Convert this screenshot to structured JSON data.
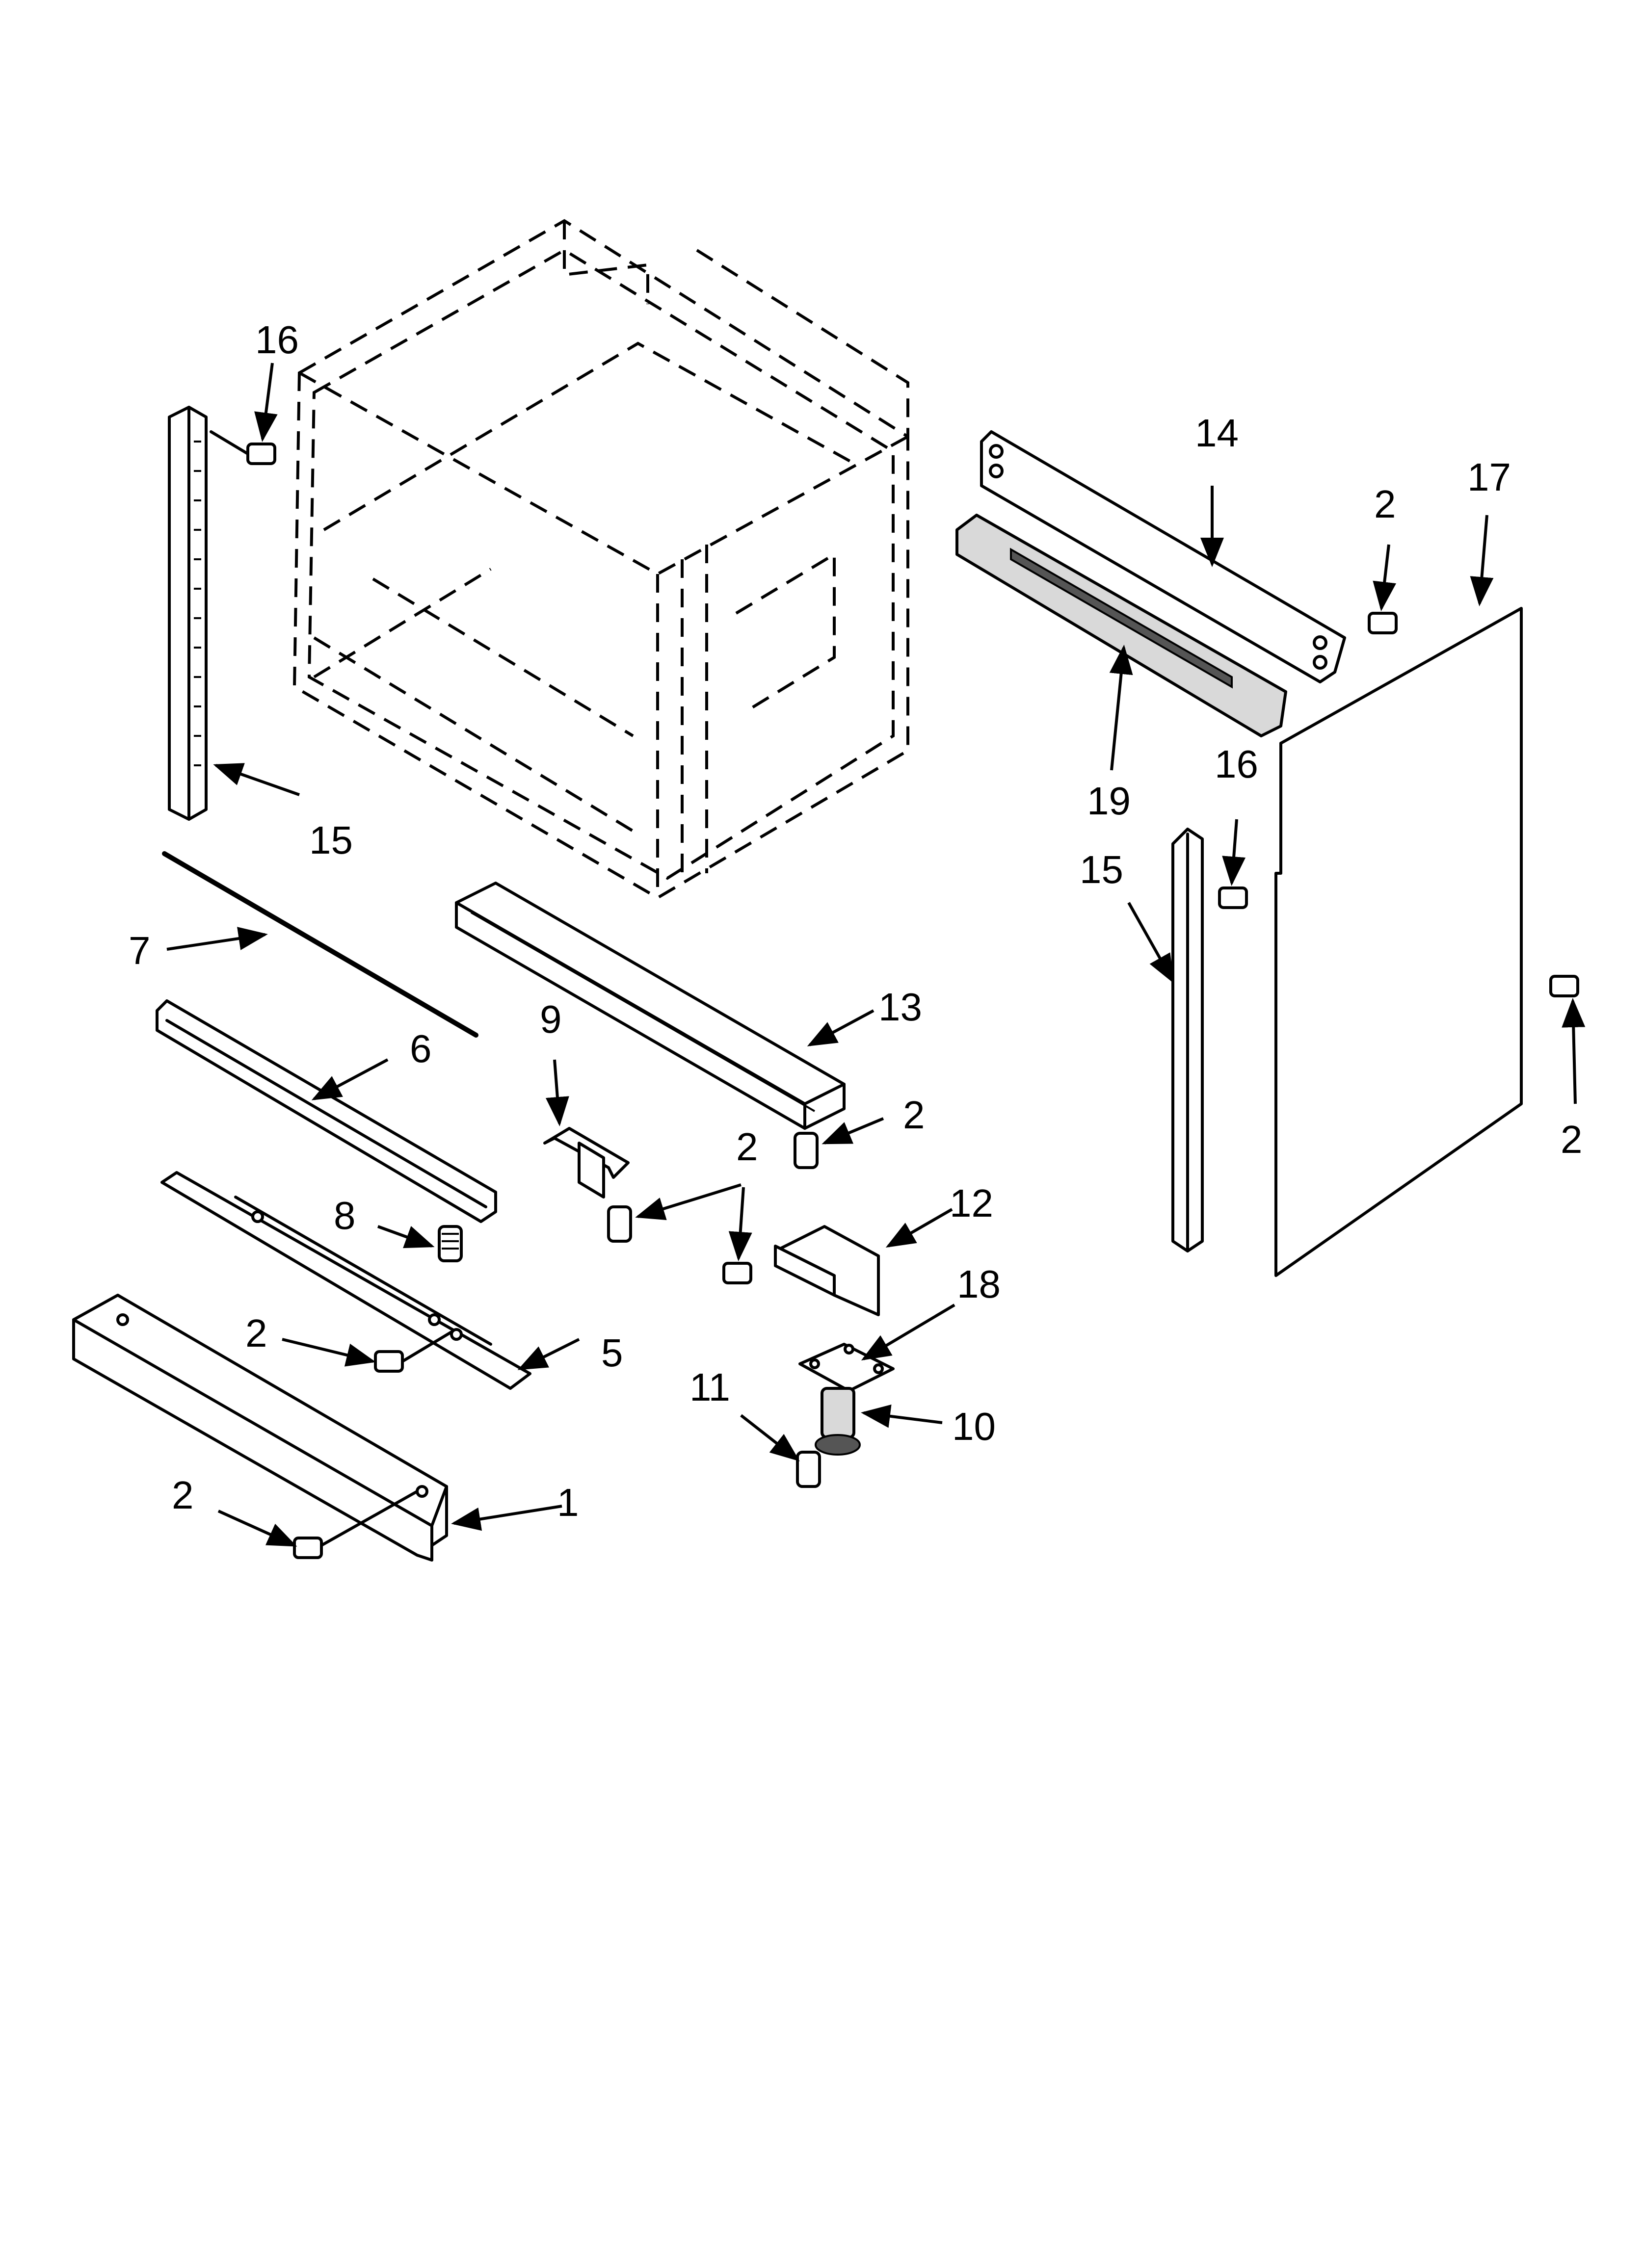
{
  "callouts": [
    {
      "id": "c16a",
      "text": "16"
    },
    {
      "id": "c15a",
      "text": "15"
    },
    {
      "id": "c7",
      "text": "7"
    },
    {
      "id": "c6",
      "text": "6"
    },
    {
      "id": "c8",
      "text": "8"
    },
    {
      "id": "c2a",
      "text": "2"
    },
    {
      "id": "c5",
      "text": "5"
    },
    {
      "id": "c2b",
      "text": "2"
    },
    {
      "id": "c1",
      "text": "1"
    },
    {
      "id": "c9",
      "text": "9"
    },
    {
      "id": "c13",
      "text": "13"
    },
    {
      "id": "c2c",
      "text": "2"
    },
    {
      "id": "c2d",
      "text": "2"
    },
    {
      "id": "c12",
      "text": "12"
    },
    {
      "id": "c18",
      "text": "18"
    },
    {
      "id": "c11",
      "text": "11"
    },
    {
      "id": "c10",
      "text": "10"
    },
    {
      "id": "c14",
      "text": "14"
    },
    {
      "id": "c2e",
      "text": "2"
    },
    {
      "id": "c17",
      "text": "17"
    },
    {
      "id": "c19",
      "text": "19"
    },
    {
      "id": "c16b",
      "text": "16"
    },
    {
      "id": "c15b",
      "text": "15"
    },
    {
      "id": "c2f",
      "text": "2"
    }
  ]
}
